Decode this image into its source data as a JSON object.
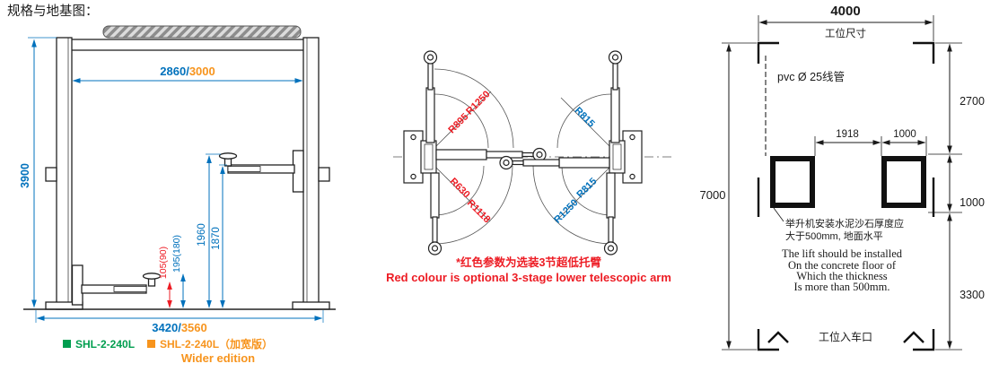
{
  "title": "规格与地基图：",
  "colors": {
    "dimension_blue": "#0071bc",
    "optional_red": "#ed1c24",
    "wide_orange": "#f7941d",
    "standard_green": "#009e4f",
    "drawing_black": "#1a1a1a"
  },
  "front_view": {
    "dim_inner_width_standard": "2860",
    "dim_slash": "/",
    "dim_inner_width_wide": "3000",
    "dim_total_height": "3900",
    "dim_max_pad_height": "1960",
    "dim_max_arm_height": "1870",
    "dim_min_pad_height_optional": "105(90)",
    "dim_min_pad_height_standard": "195(180)",
    "dim_base_width_standard": "3420",
    "dim_base_width_wide": "3560",
    "legend_standard_label": "SHL-2-240L",
    "legend_wide_label": "SHL-2-240L（加宽版）",
    "legend_wide_en": "Wider edition"
  },
  "top_view": {
    "r_upper_left_inner": "R895",
    "r_upper_left_outer": "R1250",
    "r_upper_right": "R815",
    "r_lower_left_inner": "R630",
    "r_lower_left_outer": "R1118",
    "r_lower_right_outer": "R1250",
    "r_lower_right_inner": "R815",
    "note_cn": "*红色参数为选装3节超低托臂",
    "note_en": "Red colour is optional 3-stage lower telescopic arm"
  },
  "plan_view": {
    "dim_station_width": "4000",
    "label_station_size": "工位尺寸",
    "label_pvc_conduit": "pvc Ø 25线管",
    "dim_depth_front": "2700",
    "dim_plate_gap": "1918",
    "dim_plate_width": "1000",
    "dim_total_depth": "7000",
    "dim_plate_depth": "1000",
    "dim_depth_rear": "3300",
    "note_cn_line1": "举升机安装水泥沙石厚度应",
    "note_cn_line2": "大于500mm, 地面水平",
    "note_en_line1": "The lift should be installed",
    "note_en_line2": "On the concrete floor of",
    "note_en_line3": "Which the thickness",
    "note_en_line4": "Is more than 500mm.",
    "label_entrance": "工位入车口"
  }
}
